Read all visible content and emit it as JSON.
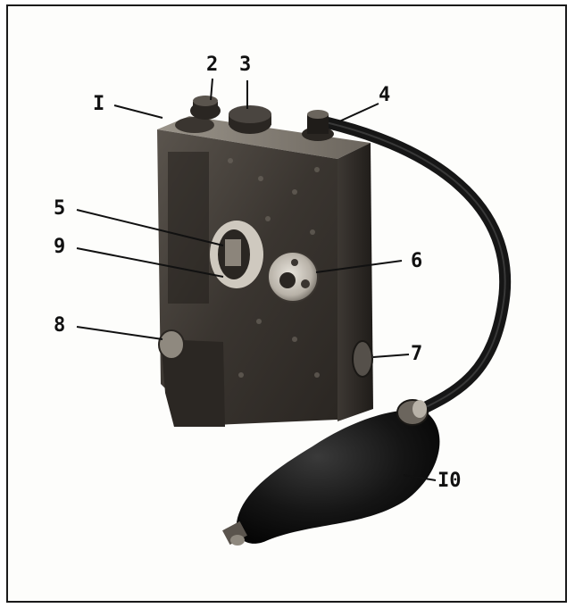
{
  "figure": {
    "callouts": [
      {
        "id": "c1",
        "label": "I"
      },
      {
        "id": "c2",
        "label": "2"
      },
      {
        "id": "c3",
        "label": "3"
      },
      {
        "id": "c4",
        "label": "4"
      },
      {
        "id": "c5",
        "label": "5"
      },
      {
        "id": "c6",
        "label": "6"
      },
      {
        "id": "c7",
        "label": "7"
      },
      {
        "id": "c8",
        "label": "8"
      },
      {
        "id": "c9",
        "label": "9"
      },
      {
        "id": "c10",
        "label": "I0"
      }
    ],
    "colors": {
      "ink": "#111111",
      "body_dark": "#2a2724",
      "body_mid": "#4a4540",
      "body_light": "#8a847c",
      "bulb": "#141414",
      "hose": "#161616"
    }
  }
}
